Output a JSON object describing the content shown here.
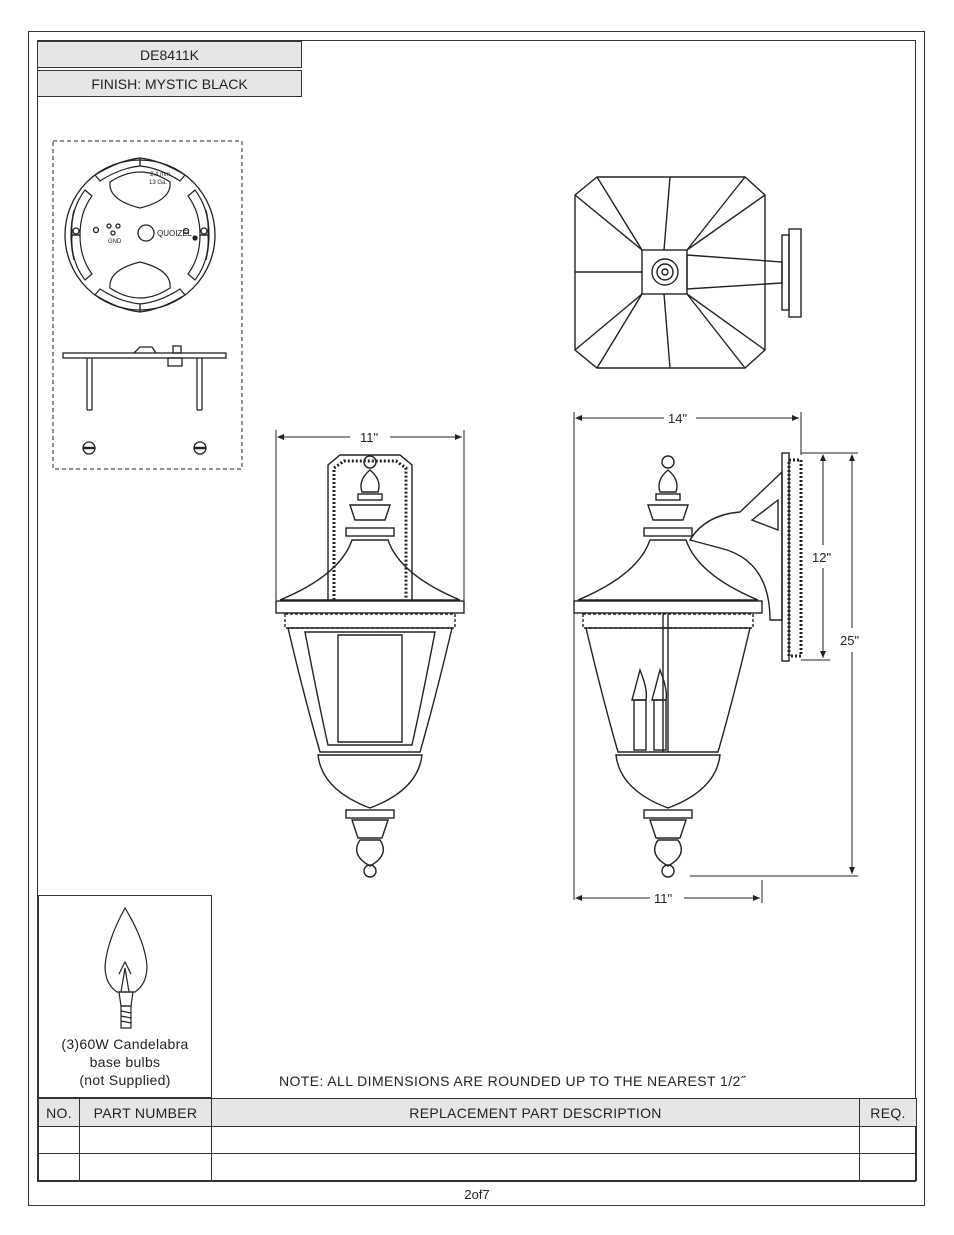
{
  "header": {
    "model": "DE8411K",
    "finish": "FINISH: MYSTIC BLACK"
  },
  "mounting_plate": {
    "label_thickness": "2.4 mm",
    "label_gauge": "13 Ga.",
    "brand": "QUOIZEL",
    "gnd": "GND"
  },
  "dimensions": {
    "front_width": "11\"",
    "side_depth": "14\"",
    "side_width": "11\"",
    "backplate_height": "12\"",
    "overall_height": "25\""
  },
  "bulb": {
    "line1": "(3)60W Candelabra",
    "line2": "base bulbs",
    "line3": "(not Supplied)"
  },
  "note": "NOTE:  ALL DIMENSIONS ARE ROUNDED UP TO THE NEAREST  1/2˝",
  "table": {
    "headers": [
      "NO.",
      "PART NUMBER",
      "REPLACEMENT PART DESCRIPTION",
      "REQ."
    ],
    "rows": [
      [
        "",
        "",
        "",
        ""
      ],
      [
        "",
        "",
        "",
        ""
      ]
    ]
  },
  "page": "2of7",
  "colors": {
    "border": "#333333",
    "header_bg": "#e6e6e6"
  }
}
